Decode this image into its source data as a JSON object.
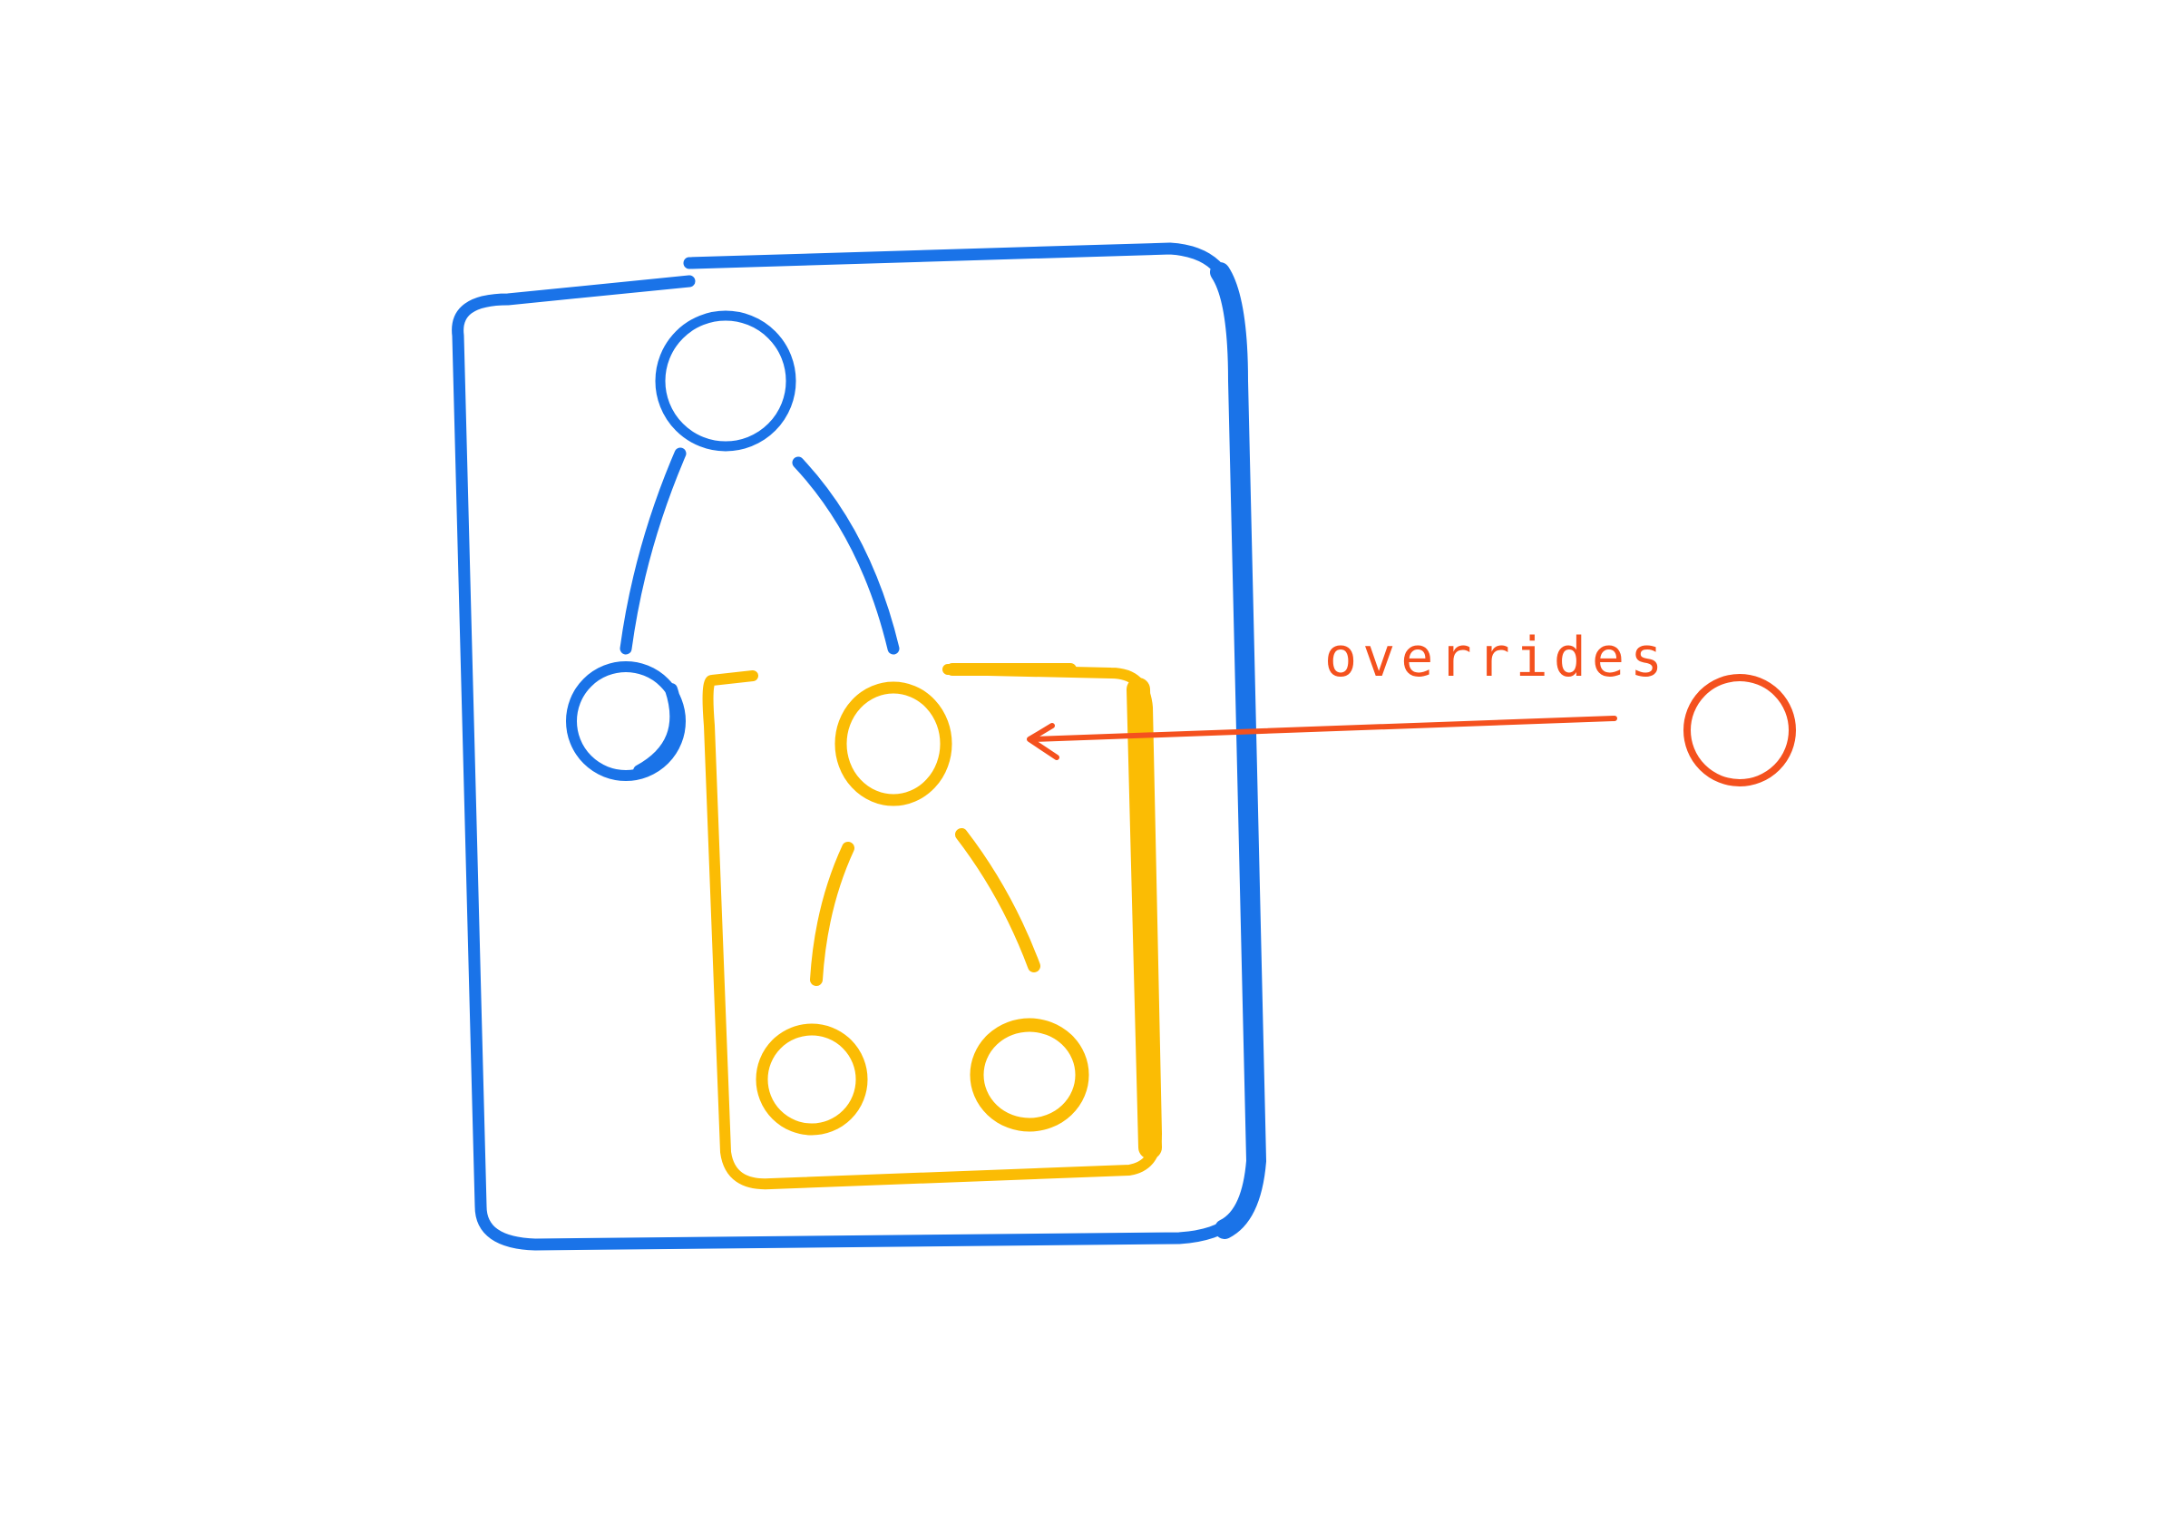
{
  "diagram": {
    "colors": {
      "outer": "#1a73e8",
      "inner": "#fbbc04",
      "override": "#f4511e",
      "background": "#ffffff"
    },
    "outer_tree": {
      "nodes": [
        "root",
        "left-child",
        "right-child"
      ]
    },
    "inner_subtree": {
      "nodes": [
        "subtree-root",
        "subtree-left-leaf",
        "subtree-right-leaf"
      ]
    },
    "override": {
      "label": "overrides",
      "node": "override-node",
      "target": "subtree-root"
    }
  }
}
